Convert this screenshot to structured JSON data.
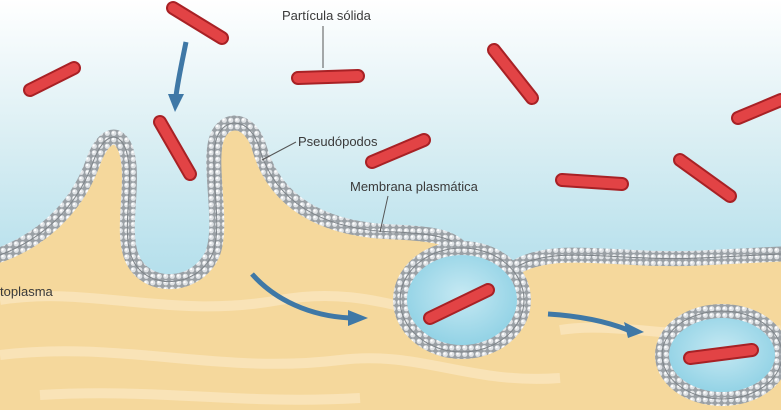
{
  "labels": {
    "particle": "Partícula sólida",
    "pseudopods": "Pseudópodos",
    "membrane": "Membrana plasmática",
    "cytoplasm": "toplasma"
  },
  "colors": {
    "water_top": "#ffffff",
    "water_mid": "#d3ecf2",
    "water_deep": "#92d3e6",
    "cytoplasm": "#f6dba1",
    "cytoplasm_light": "#fbe9c2",
    "membrane_gray": "#b7bcc0",
    "membrane_dark": "#858b90",
    "particle": "#dd3a3c",
    "particle_dark": "#a82125",
    "arrow": "#3f78a6",
    "label_text": "#3a3a3a"
  },
  "icons": [
    "down-arrow-icon",
    "right-arrow-icon",
    "right-arrow-icon"
  ]
}
